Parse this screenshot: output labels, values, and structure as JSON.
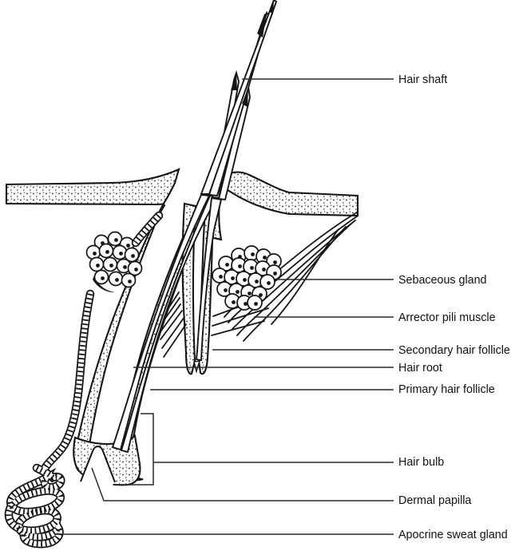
{
  "figure": {
    "title": "Hair follicle and skin gland anatomy diagram",
    "style": "black-and-white line drawing",
    "colors": {
      "ink": "#161616",
      "background": "#ffffff"
    }
  },
  "labels": [
    {
      "id": "hair-shaft",
      "text": "Hair shaft"
    },
    {
      "id": "sebaceous-gland",
      "text": "Sebaceous gland"
    },
    {
      "id": "arrector-pili-muscle",
      "text": "Arrector pili muscle"
    },
    {
      "id": "secondary-hair-follicle",
      "text": "Secondary hair follicle"
    },
    {
      "id": "hair-root",
      "text": "Hair root"
    },
    {
      "id": "primary-hair-follicle",
      "text": "Primary hair follicle"
    },
    {
      "id": "hair-bulb",
      "text": "Hair bulb"
    },
    {
      "id": "dermal-papilla",
      "text": "Dermal papilla"
    },
    {
      "id": "apocrine-sweat-gland",
      "text": "Apocrine sweat gland"
    }
  ]
}
